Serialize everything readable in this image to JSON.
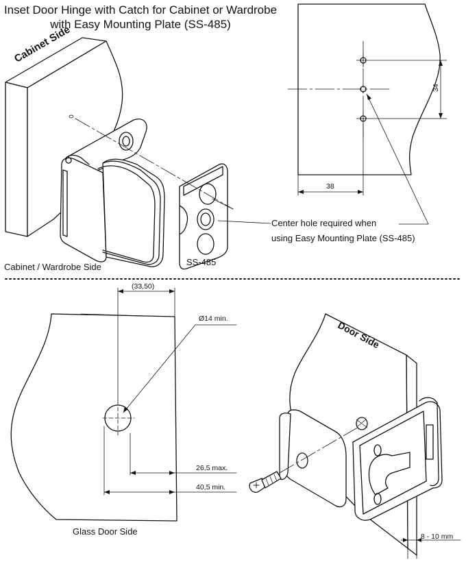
{
  "title": {
    "line1": "Inset Door Hinge with Catch for Cabinet or Wardrobe",
    "line2": "with Easy Mounting Plate (SS-485)"
  },
  "labels": {
    "cabinet_side": "Cabinet Side",
    "cabinet_wardrobe_side": "Cabinet / Wardrobe Side",
    "plate_code": "SS-485",
    "center_hole_line1": "Center hole required when",
    "center_hole_line2": "using Easy Mounting Plate (SS-485)",
    "glass_door_side": "Glass Door Side",
    "door_side": "Door Side"
  },
  "dimensions": {
    "hole_spacing": "34",
    "edge_offset": "38",
    "reference": "(33,50)",
    "hole_diameter": "Ø14 min.",
    "max_distance": "26,5 max.",
    "min_distance": "40,5 min.",
    "glass_thickness": "8 - 10 mm"
  }
}
